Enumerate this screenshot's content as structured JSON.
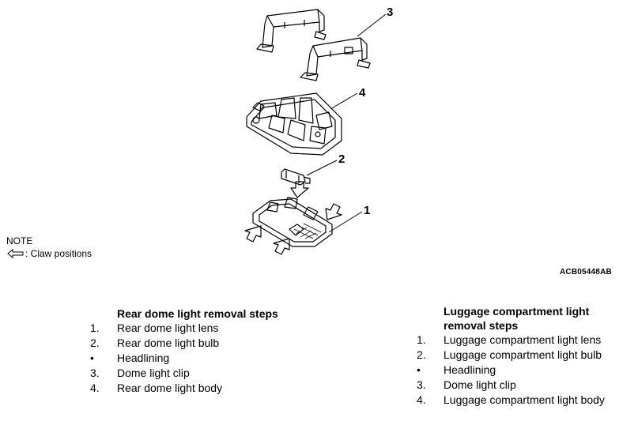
{
  "callouts": [
    "3",
    "4",
    "2",
    "1"
  ],
  "note": {
    "heading": "NOTE",
    "legend": ": Claw positions",
    "icon": "hollow-left-arrow-icon"
  },
  "figure_code": "ACB05448AB",
  "rear_steps": {
    "title": "Rear dome light removal steps",
    "items": [
      {
        "num": "1.",
        "text": "Rear dome light lens"
      },
      {
        "num": "2.",
        "text": "Rear dome light bulb"
      },
      {
        "num": "•",
        "text": "Headlining"
      },
      {
        "num": "3.",
        "text": "Dome light clip"
      },
      {
        "num": "4.",
        "text": "Rear dome light body"
      }
    ]
  },
  "luggage_steps": {
    "title": "Luggage compartment light removal steps",
    "items": [
      {
        "num": "1.",
        "text": "Luggage compartment light lens"
      },
      {
        "num": "2.",
        "text": "Luggage compartment light bulb"
      },
      {
        "num": "•",
        "text": "Headlining"
      },
      {
        "num": "3.",
        "text": "Dome light clip"
      },
      {
        "num": "4.",
        "text": "Luggage compartment light body"
      }
    ]
  }
}
